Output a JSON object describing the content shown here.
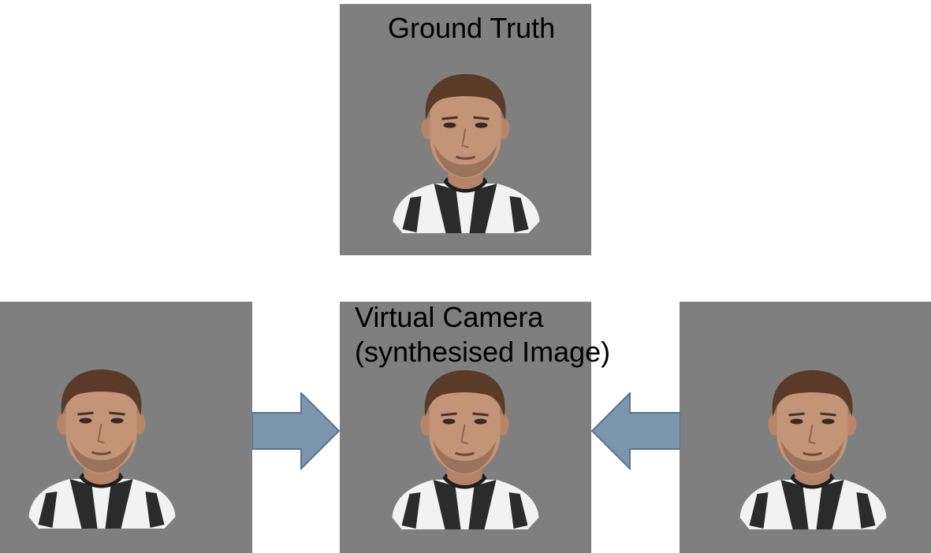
{
  "labels": {
    "ground_truth": "Ground Truth",
    "virtual_camera_line1": "Virtual Camera",
    "virtual_camera_line2": "(synthesised Image)"
  },
  "colors": {
    "panel_background": "#7f7f7f",
    "arrow_fill": "#7b95ad",
    "arrow_stroke": "#5a738c",
    "hair": "#5a3b28",
    "skin": "#c49476",
    "shirt_white": "#f2f2f2",
    "shirt_black": "#2b2b2b"
  },
  "panels": [
    {
      "role": "ground-truth-view"
    },
    {
      "role": "left-camera-view"
    },
    {
      "role": "virtual-camera-view"
    },
    {
      "role": "right-camera-view"
    }
  ]
}
